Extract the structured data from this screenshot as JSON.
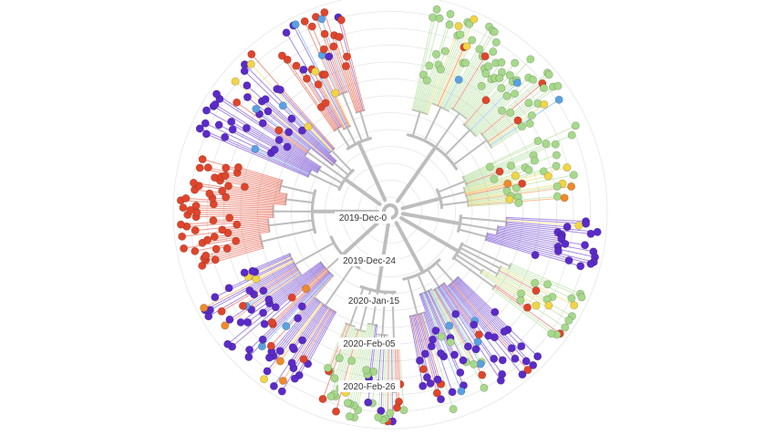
{
  "tree": {
    "layout": "radial",
    "time_ticks": [
      {
        "label": "2019-Dec-0"
      },
      {
        "label": "2019-Dec-24"
      },
      {
        "label": "2020-Jan-15"
      },
      {
        "label": "2020-Feb-05"
      },
      {
        "label": "2020-Feb-26"
      }
    ],
    "palette": {
      "purple": "#5b2bc9",
      "red": "#e0452b",
      "orange": "#ef8a2c",
      "yellow": "#f2d544",
      "lightgreen": "#a6d98a",
      "blue": "#5aa1e3",
      "branch": "#bdbdbd",
      "grid": "#e6e6e6"
    },
    "clades": [
      {
        "color": "lightgreen",
        "mix": [
          "yellow",
          "red",
          "blue"
        ],
        "tip_count": 70
      },
      {
        "color": "lightgreen",
        "mix": [
          "yellow",
          "red",
          "orange"
        ],
        "tip_count": 34
      },
      {
        "color": "purple",
        "mix": [
          "blue",
          "yellow"
        ],
        "tip_count": 22
      },
      {
        "color": "lightgreen",
        "mix": [
          "yellow",
          "red"
        ],
        "tip_count": 22
      },
      {
        "color": "purple",
        "mix": [
          "red",
          "blue",
          "lightgreen"
        ],
        "tip_count": 55
      },
      {
        "color": "lightgreen",
        "mix": [
          "yellow",
          "red",
          "purple"
        ],
        "tip_count": 40
      },
      {
        "color": "purple",
        "mix": [
          "blue",
          "red",
          "yellow",
          "orange"
        ],
        "tip_count": 60
      },
      {
        "color": "red",
        "mix": [
          "red"
        ],
        "tip_count": 50
      },
      {
        "color": "purple",
        "mix": [
          "red",
          "blue",
          "yellow"
        ],
        "tip_count": 40
      },
      {
        "color": "red",
        "mix": [
          "blue",
          "yellow",
          "purple"
        ],
        "tip_count": 32
      }
    ]
  }
}
